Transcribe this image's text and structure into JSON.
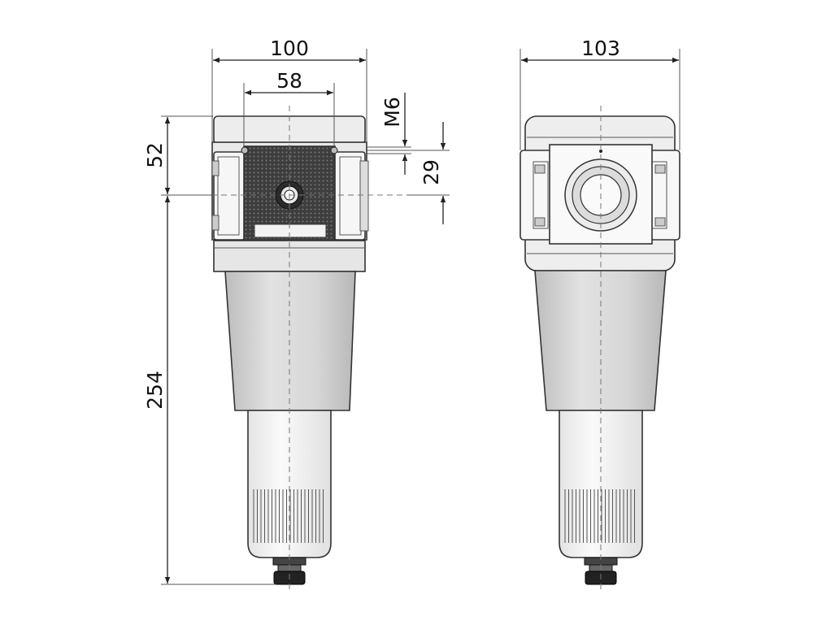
{
  "dimensions": {
    "front_width": "100",
    "port_spacing": "58",
    "mount_thread": "M6",
    "top_height": "52",
    "mount_height": "29",
    "total_height": "254",
    "side_width": "103"
  },
  "colors": {
    "body_light": "#eeeeee",
    "bowl_grey": "#d4d4d4",
    "drain_light": "#f4f4f4",
    "panel_dark": "#444444",
    "line": "#222222"
  },
  "icons": {
    "front_port": "port-circle",
    "drain_valve": "knurled-drain"
  }
}
